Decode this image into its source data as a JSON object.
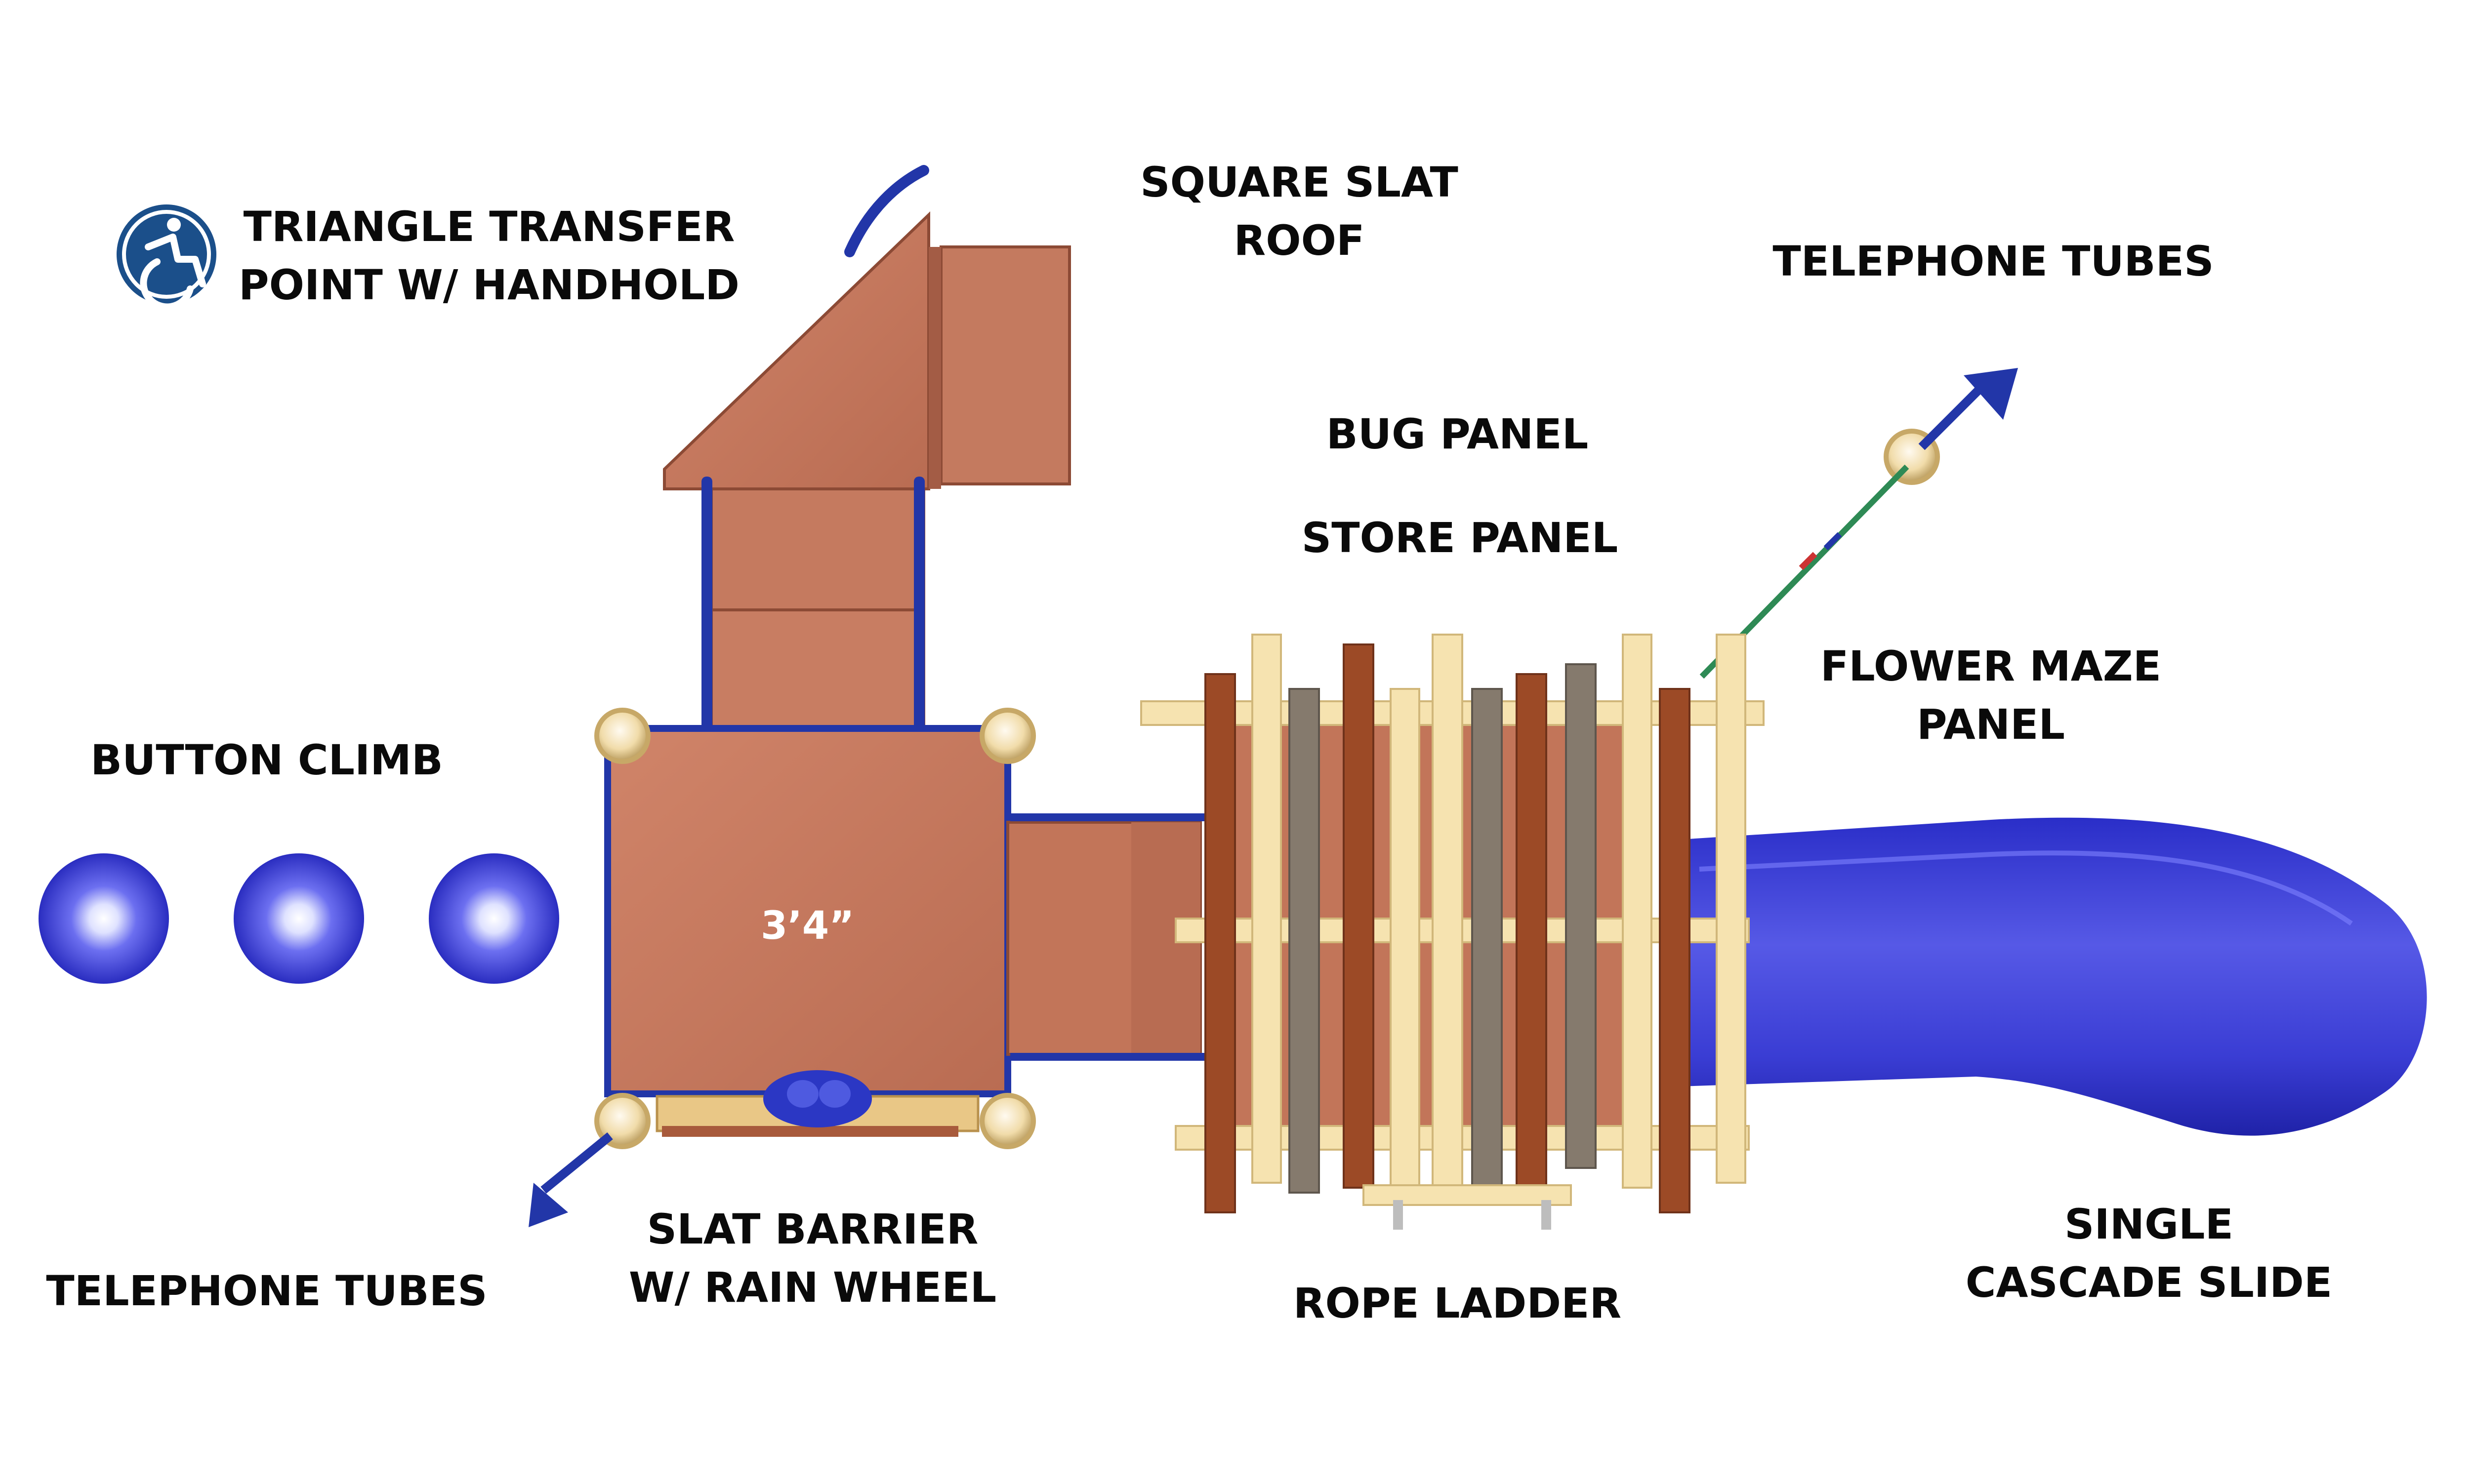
{
  "labels": {
    "triangle_transfer": [
      "TRIANGLE TRANSFER",
      "POINT W/ HANDHOLD"
    ],
    "square_slat_roof": [
      "SQUARE SLAT",
      "ROOF"
    ],
    "telephone_tubes_top": "TELEPHONE TUBES",
    "bug_panel": "BUG PANEL",
    "store_panel": "STORE PANEL",
    "flower_maze_panel": [
      "FLOWER MAZE",
      "PANEL"
    ],
    "button_climb": "BUTTON CLIMB",
    "platform_height": "3’4”",
    "telephone_tubes_bottom": "TELEPHONE TUBES",
    "slat_barrier": [
      "SLAT BARRIER",
      "W/ RAIN WHEEL"
    ],
    "rope_ladder": "ROPE LADDER",
    "single_cascade_slide": [
      "SINGLE",
      "CASCADE SLIDE"
    ]
  },
  "icons": {
    "accessibility": "wheelchair-accessibility-icon",
    "button_climb": "button-climb-ball-icon"
  },
  "colors": {
    "deck": "#c87a5f",
    "deck_dark": "#a45d45",
    "post_blue": "#1f3fb8",
    "slide_blue": "#3c3fd6",
    "slat_brown": "#9c4a26",
    "slat_gray": "#857a6d",
    "slat_cream": "#f6e3b0",
    "accessibility_blue": "#1b4f8a"
  }
}
